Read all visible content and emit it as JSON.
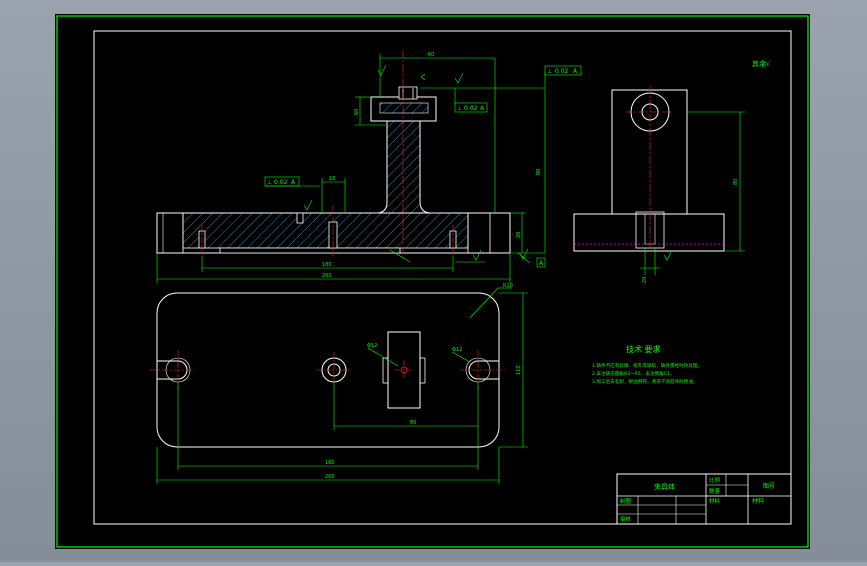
{
  "colors": {
    "background": "#000000",
    "outer_frame": "#00ff00",
    "geometry": "#ffffff",
    "dimension": "#00ff00",
    "hatch": "#4fa3e0",
    "center_line": "#ff2020",
    "hidden_line": "#ff00ff"
  },
  "top_right": {
    "roughness_mark": "其余√"
  },
  "front_view": {
    "datum_label": "A",
    "tolerance_frames": [
      {
        "symbol": "⊥",
        "value": "0.02",
        "datum": "A"
      },
      {
        "symbol": "⊥",
        "value": "0.02",
        "datum": "A"
      },
      {
        "symbol": "⊥",
        "value": "0.02",
        "datum": "A"
      }
    ],
    "dimensions": [
      "60",
      "18",
      "80",
      "20",
      "180",
      "200",
      "60"
    ]
  },
  "side_view": {
    "dimensions": [
      "80",
      "20"
    ]
  },
  "top_view": {
    "dimensions": [
      "R10",
      "80",
      "180",
      "200",
      "110"
    ],
    "labels": [
      "Φ12",
      "Φ12"
    ]
  },
  "technical_requirements": {
    "title": "技术 要求",
    "lines": [
      "1.铸件不应有砂眼、缩孔等缺陷，铸件需经时效处理。",
      "2.未注铸造圆角R3～R5，未注倒角C1。",
      "3.加工后去毛刺，锐边倒钝，清洗干净后涂防锈油。"
    ]
  },
  "title_block": {
    "part_name": "夹具体",
    "scale_label": "比例",
    "quantity_label": "数量",
    "material_label": "材料",
    "drawing_no_label": "图号",
    "material_value": "材料",
    "roles": [
      "制图",
      "审核"
    ]
  }
}
